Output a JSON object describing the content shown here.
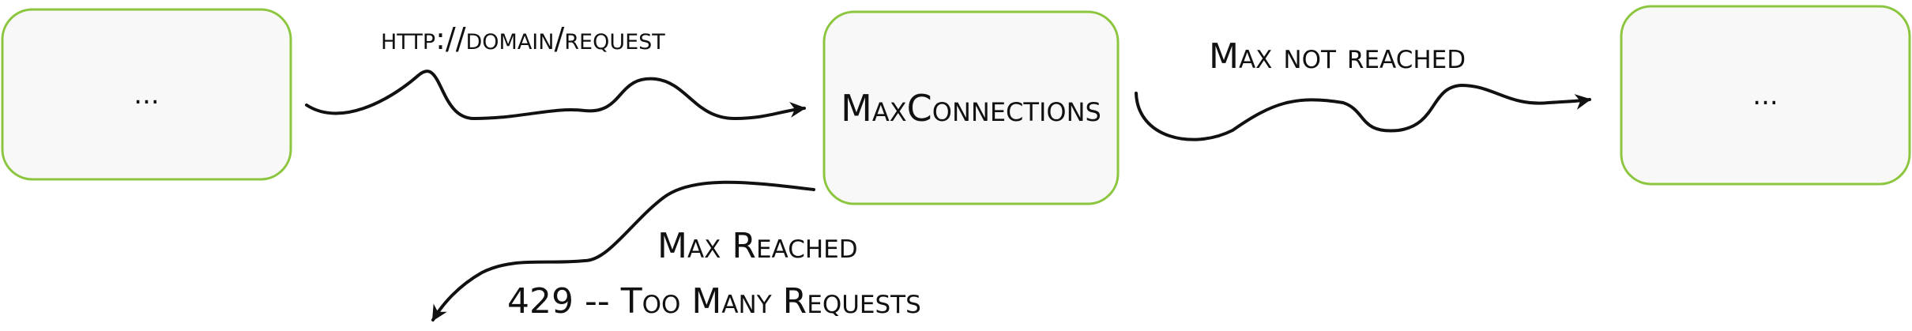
{
  "nodes": {
    "left": {
      "label": "..."
    },
    "center": {
      "label": "MaxConnections"
    },
    "right": {
      "label": "..."
    }
  },
  "edges": {
    "request": {
      "label": "http://domain/request"
    },
    "not_reached": {
      "label": "Max not reached"
    },
    "reached": {
      "label": "Max Reached",
      "sublabel": "429 -- Too Many Requests"
    }
  },
  "colors": {
    "box_border": "#8cc63f",
    "box_fill": "#f8f8f8",
    "ink": "#111111"
  }
}
